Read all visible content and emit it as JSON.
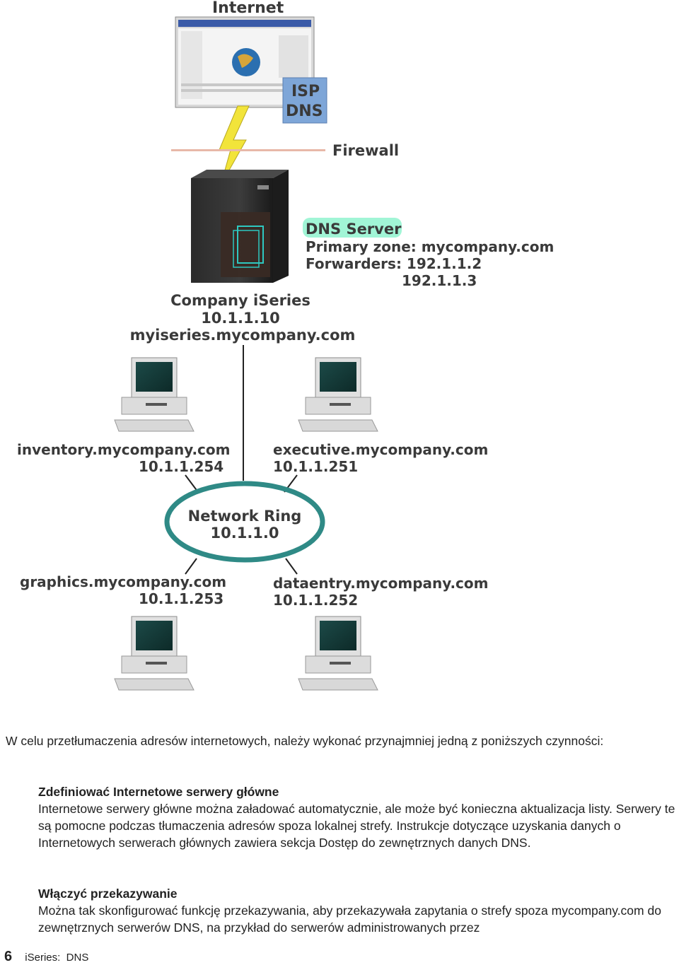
{
  "figure": {
    "internet_label": "Internet",
    "isp_label_1": "ISP",
    "isp_label_2": "DNS",
    "firewall_label": "Firewall",
    "dns_server_label": "DNS Server",
    "primary_zone": "Primary zone: mycompany.com",
    "forwarders": "Forwarders: 192.1.1.2",
    "forwarder_2": "192.1.1.3",
    "iseries_name": "Company iSeries",
    "iseries_ip": "10.1.1.10",
    "iseries_host": "myiseries.mycompany.com",
    "ring_label": "Network Ring",
    "ring_ip": "10.1.1.0",
    "hosts": [
      {
        "name": "inventory.mycompany.com",
        "ip": "10.1.1.254"
      },
      {
        "name": "executive.mycompany.com",
        "ip": "10.1.1.251"
      },
      {
        "name": "graphics.mycompany.com",
        "ip": "10.1.1.253"
      },
      {
        "name": "dataentry.mycompany.com",
        "ip": "10.1.1.252"
      }
    ],
    "colors": {
      "dns_highlight": "#6ef0c0",
      "ring": "#2f8a86",
      "firewall": "#e8b8a8",
      "isp_box": "#7ea6d8"
    }
  },
  "text": {
    "intro": "W celu przetłumaczenia adresów internetowych, należy wykonać przynajmniej jedną z poniższych czynności:",
    "item1_term": "Zdefiniować Internetowe serwery główne",
    "item1_desc": "Internetowe serwery główne można załadować automatycznie, ale może być konieczna aktualizacja listy. Serwery te są pomocne podczas tłumaczenia adresów spoza lokalnej strefy. Instrukcje dotyczące uzyskania danych o Internetowych serwerach głównych zawiera sekcja Dostęp do zewnętrznych danych DNS.",
    "item2_term": "Włączyć przekazywanie",
    "item2_desc": "Można tak skonfigurować funkcję przekazywania, aby przekazywała zapytania o strefy spoza mycompany.com do zewnętrznych serwerów DNS, na przykład do serwerów administrowanych przez"
  },
  "footer": {
    "page_number": "6",
    "book_title": "iSeries:  DNS"
  }
}
